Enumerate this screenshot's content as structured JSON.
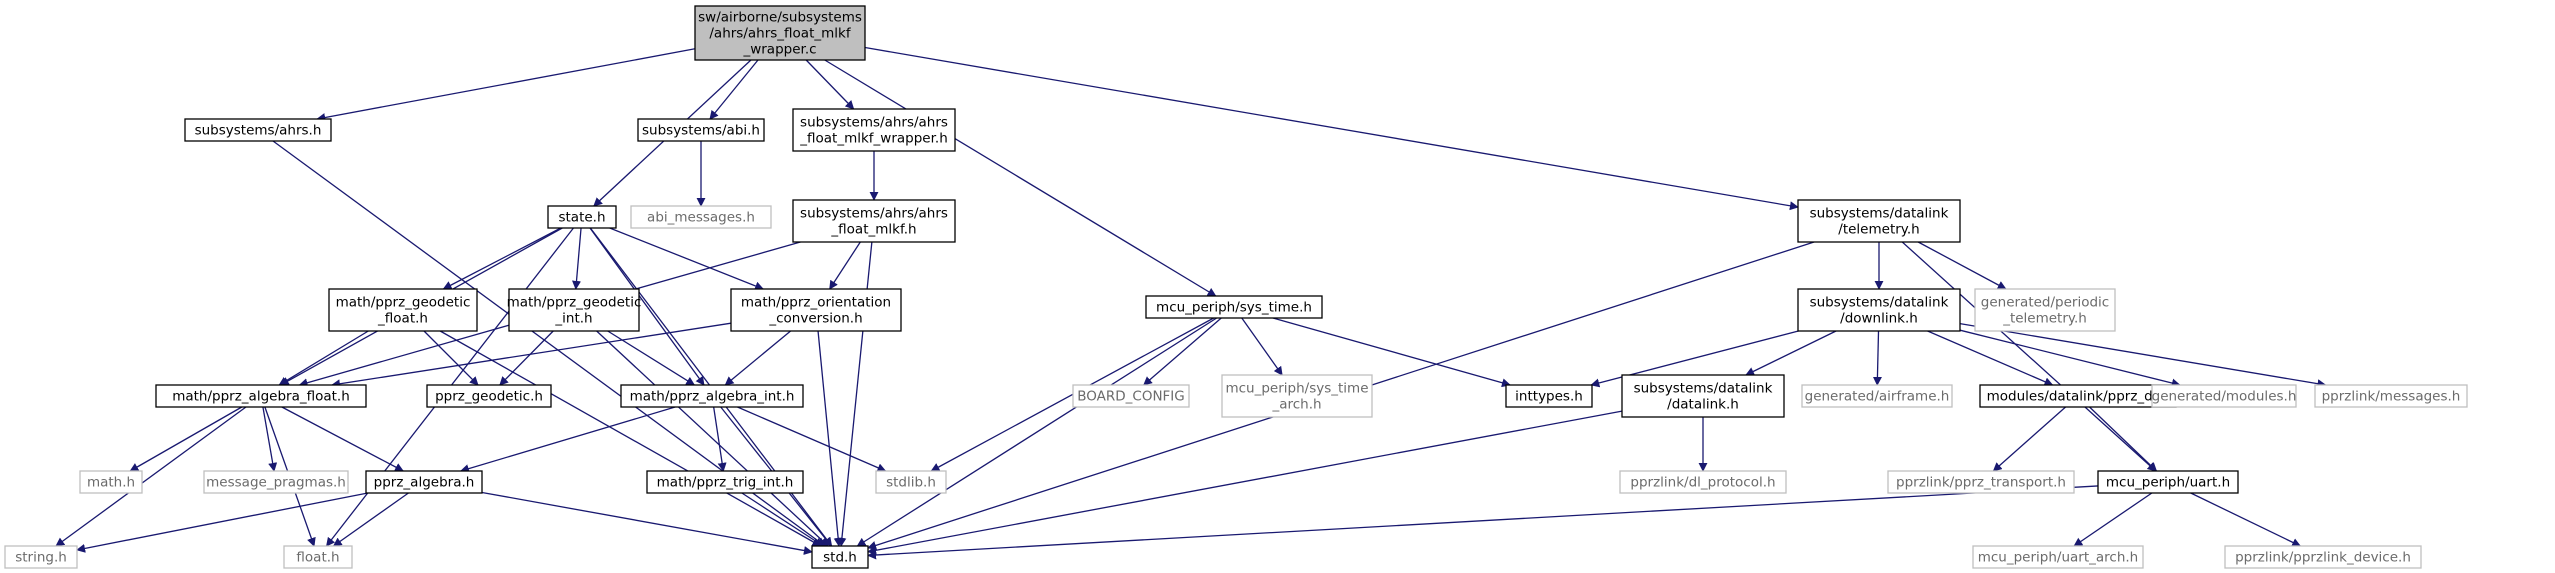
{
  "colors": {
    "edge": "#191970",
    "root_fill": "#bfbfbf",
    "node_border": "#000000",
    "external_border": "#bfbfbf",
    "external_text": "#6b6b6b"
  },
  "nodes": [
    {
      "id": "root",
      "kind": "root",
      "lines": [
        "sw/airborne/subsystems",
        "/ahrs/ahrs_float_mlkf",
        "_wrapper.c"
      ]
    },
    {
      "id": "ahrs_h",
      "kind": "doc",
      "lines": [
        "subsystems/ahrs.h"
      ]
    },
    {
      "id": "abi_h",
      "kind": "doc",
      "lines": [
        "subsystems/abi.h"
      ]
    },
    {
      "id": "wrapper_h",
      "kind": "doc",
      "lines": [
        "subsystems/ahrs/ahrs",
        "_float_mlkf_wrapper.h"
      ]
    },
    {
      "id": "abi_messages",
      "kind": "ext",
      "lines": [
        "abi_messages.h"
      ]
    },
    {
      "id": "mlkf_h",
      "kind": "doc",
      "lines": [
        "subsystems/ahrs/ahrs",
        "_float_mlkf.h"
      ]
    },
    {
      "id": "state_h",
      "kind": "doc",
      "lines": [
        "state.h"
      ]
    },
    {
      "id": "geo_float",
      "kind": "doc",
      "lines": [
        "math/pprz_geodetic",
        "_float.h"
      ]
    },
    {
      "id": "geo_int",
      "kind": "doc",
      "lines": [
        "math/pprz_geodetic",
        "_int.h"
      ]
    },
    {
      "id": "orient",
      "kind": "doc",
      "lines": [
        "math/pprz_orientation",
        "_conversion.h"
      ]
    },
    {
      "id": "alg_float",
      "kind": "doc",
      "lines": [
        "math/pprz_algebra_float.h"
      ]
    },
    {
      "id": "pprz_geodetic",
      "kind": "doc",
      "lines": [
        "pprz_geodetic.h"
      ]
    },
    {
      "id": "alg_int",
      "kind": "doc",
      "lines": [
        "math/pprz_algebra_int.h"
      ]
    },
    {
      "id": "math_h",
      "kind": "ext",
      "lines": [
        "math.h"
      ]
    },
    {
      "id": "msg_pragmas",
      "kind": "ext",
      "lines": [
        "message_pragmas.h"
      ]
    },
    {
      "id": "pprz_algebra",
      "kind": "doc",
      "lines": [
        "pprz_algebra.h"
      ]
    },
    {
      "id": "trig_int",
      "kind": "doc",
      "lines": [
        "math/pprz_trig_int.h"
      ]
    },
    {
      "id": "stdlib_h",
      "kind": "ext",
      "lines": [
        "stdlib.h"
      ]
    },
    {
      "id": "string_h",
      "kind": "ext",
      "lines": [
        "string.h"
      ]
    },
    {
      "id": "float_h",
      "kind": "ext",
      "lines": [
        "float.h"
      ]
    },
    {
      "id": "std_h",
      "kind": "doc",
      "lines": [
        "std.h"
      ]
    },
    {
      "id": "sys_time",
      "kind": "doc",
      "lines": [
        "mcu_periph/sys_time.h"
      ]
    },
    {
      "id": "board_config",
      "kind": "ext",
      "lines": [
        "BOARD_CONFIG"
      ]
    },
    {
      "id": "sys_time_arch",
      "kind": "ext",
      "lines": [
        "mcu_periph/sys_time",
        "_arch.h"
      ]
    },
    {
      "id": "inttypes_h",
      "kind": "doc",
      "lines": [
        "inttypes.h"
      ]
    },
    {
      "id": "telemetry_h",
      "kind": "doc",
      "lines": [
        "subsystems/datalink",
        "/telemetry.h"
      ]
    },
    {
      "id": "downlink_h",
      "kind": "doc",
      "lines": [
        "subsystems/datalink",
        "/downlink.h"
      ]
    },
    {
      "id": "periodic_tel",
      "kind": "ext",
      "lines": [
        "generated/periodic",
        "_telemetry.h"
      ]
    },
    {
      "id": "datalink_h",
      "kind": "doc",
      "lines": [
        "subsystems/datalink",
        "/datalink.h"
      ]
    },
    {
      "id": "airframe_h",
      "kind": "ext",
      "lines": [
        "generated/airframe.h"
      ]
    },
    {
      "id": "pprz_dl",
      "kind": "doc",
      "lines": [
        "modules/datalink/pprz_dl.h"
      ]
    },
    {
      "id": "modules_h",
      "kind": "ext",
      "lines": [
        "generated/modules.h"
      ]
    },
    {
      "id": "messages_h",
      "kind": "ext",
      "lines": [
        "pprzlink/messages.h"
      ]
    },
    {
      "id": "dl_protocol",
      "kind": "ext",
      "lines": [
        "pprzlink/dl_protocol.h"
      ]
    },
    {
      "id": "pprz_transport",
      "kind": "ext",
      "lines": [
        "pprzlink/pprz_transport.h"
      ]
    },
    {
      "id": "uart_h",
      "kind": "doc",
      "lines": [
        "mcu_periph/uart.h"
      ]
    },
    {
      "id": "uart_arch",
      "kind": "ext",
      "lines": [
        "mcu_periph/uart_arch.h"
      ]
    },
    {
      "id": "pprzlink_device",
      "kind": "ext",
      "lines": [
        "pprzlink/pprzlink_device.h"
      ]
    }
  ],
  "edges": [
    [
      "root",
      "ahrs_h"
    ],
    [
      "root",
      "abi_h"
    ],
    [
      "root",
      "wrapper_h"
    ],
    [
      "root",
      "state_h"
    ],
    [
      "root",
      "sys_time"
    ],
    [
      "root",
      "telemetry_h"
    ],
    [
      "ahrs_h",
      "std_h"
    ],
    [
      "abi_h",
      "abi_messages"
    ],
    [
      "wrapper_h",
      "mlkf_h"
    ],
    [
      "mlkf_h",
      "orient"
    ],
    [
      "mlkf_h",
      "alg_float"
    ],
    [
      "mlkf_h",
      "std_h"
    ],
    [
      "state_h",
      "geo_float"
    ],
    [
      "state_h",
      "geo_int"
    ],
    [
      "state_h",
      "orient"
    ],
    [
      "state_h",
      "alg_float"
    ],
    [
      "state_h",
      "alg_int"
    ],
    [
      "state_h",
      "std_h"
    ],
    [
      "state_h",
      "float_h"
    ],
    [
      "geo_float",
      "alg_float"
    ],
    [
      "geo_float",
      "pprz_geodetic"
    ],
    [
      "geo_float",
      "std_h"
    ],
    [
      "geo_int",
      "pprz_geodetic"
    ],
    [
      "geo_int",
      "alg_int"
    ],
    [
      "geo_int",
      "std_h"
    ],
    [
      "orient",
      "alg_float"
    ],
    [
      "orient",
      "alg_int"
    ],
    [
      "orient",
      "std_h"
    ],
    [
      "alg_float",
      "math_h"
    ],
    [
      "alg_float",
      "msg_pragmas"
    ],
    [
      "alg_float",
      "pprz_algebra"
    ],
    [
      "alg_float",
      "string_h"
    ],
    [
      "alg_float",
      "float_h"
    ],
    [
      "alg_int",
      "pprz_algebra"
    ],
    [
      "alg_int",
      "trig_int"
    ],
    [
      "alg_int",
      "stdlib_h"
    ],
    [
      "alg_int",
      "std_h"
    ],
    [
      "pprz_algebra",
      "float_h"
    ],
    [
      "pprz_algebra",
      "string_h"
    ],
    [
      "pprz_algebra",
      "std_h"
    ],
    [
      "trig_int",
      "std_h"
    ],
    [
      "sys_time",
      "board_config"
    ],
    [
      "sys_time",
      "sys_time_arch"
    ],
    [
      "sys_time",
      "inttypes_h"
    ],
    [
      "sys_time",
      "stdlib_h"
    ],
    [
      "sys_time",
      "std_h"
    ],
    [
      "telemetry_h",
      "downlink_h"
    ],
    [
      "telemetry_h",
      "periodic_tel"
    ],
    [
      "telemetry_h",
      "uart_h"
    ],
    [
      "telemetry_h",
      "std_h"
    ],
    [
      "downlink_h",
      "inttypes_h"
    ],
    [
      "downlink_h",
      "datalink_h"
    ],
    [
      "downlink_h",
      "airframe_h"
    ],
    [
      "downlink_h",
      "pprz_dl"
    ],
    [
      "downlink_h",
      "modules_h"
    ],
    [
      "downlink_h",
      "messages_h"
    ],
    [
      "datalink_h",
      "dl_protocol"
    ],
    [
      "datalink_h",
      "std_h"
    ],
    [
      "pprz_dl",
      "pprz_transport"
    ],
    [
      "pprz_dl",
      "uart_h"
    ],
    [
      "uart_h",
      "std_h"
    ],
    [
      "uart_h",
      "uart_arch"
    ],
    [
      "uart_h",
      "pprzlink_device"
    ]
  ]
}
